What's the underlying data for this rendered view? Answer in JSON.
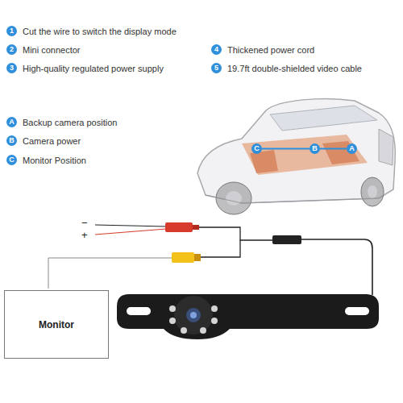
{
  "diagram": {
    "nodes": [
      {
        "text": [
          "1",
          "Cut the wire to switch the display mode"
        ]
      },
      {
        "text": [
          "2",
          "Mini connector"
        ]
      },
      {
        "text": [
          "3",
          "High-quality regulated power supply"
        ]
      },
      {
        "text": [
          "4",
          "Thickened power cord"
        ]
      },
      {
        "text": [
          "5",
          "19.7ft double-shielded video cable"
        ]
      },
      {
        "text": [
          "A",
          "Backup camera position"
        ]
      },
      {
        "text": [
          "B",
          "Camera power"
        ]
      },
      {
        "text": [
          "C",
          "Monitor Position"
        ]
      },
      {
        "text": [
          "C"
        ]
      },
      {
        "text": [
          "B"
        ]
      },
      {
        "text": [
          "A"
        ]
      },
      {
        "text": [
          "Monitor"
        ]
      }
    ],
    "edges": [
      {
        "from": 10,
        "to": 9,
        "arrow": "none"
      },
      {
        "from": 9,
        "to": 8,
        "arrow": "none"
      }
    ],
    "labels": [
      "−",
      "+"
    ]
  }
}
